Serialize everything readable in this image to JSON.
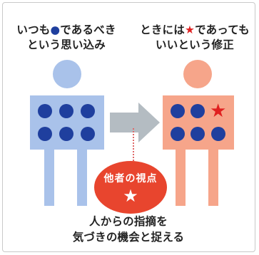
{
  "captions": {
    "left_line1_pre": "いつも",
    "left_line1_dot": "●",
    "left_line1_post": "であるべき",
    "left_line2": "という思い込み",
    "right_line1_pre": "ときには",
    "right_line1_star": "★",
    "right_line1_post": "であっても",
    "right_line2": "いいという修正",
    "bottom_line1": "人からの指摘を",
    "bottom_line2": "気づきの機会と捉える"
  },
  "bubble": {
    "text": "他者の視点",
    "star": "★"
  },
  "figures": {
    "left": {
      "dots": [
        "dot",
        "dot",
        "dot",
        "dot",
        "dot",
        "dot"
      ]
    },
    "right": {
      "dots": [
        "dot",
        "dot",
        "star",
        "dot",
        "dot",
        "dot"
      ]
    }
  },
  "colors": {
    "left_figure": "#a9c2ea",
    "right_figure": "#f6a58a",
    "dot": "#1f3f9e",
    "star": "#e02020",
    "arrow": "#b4bcc2",
    "bubble": "#e8452e"
  }
}
